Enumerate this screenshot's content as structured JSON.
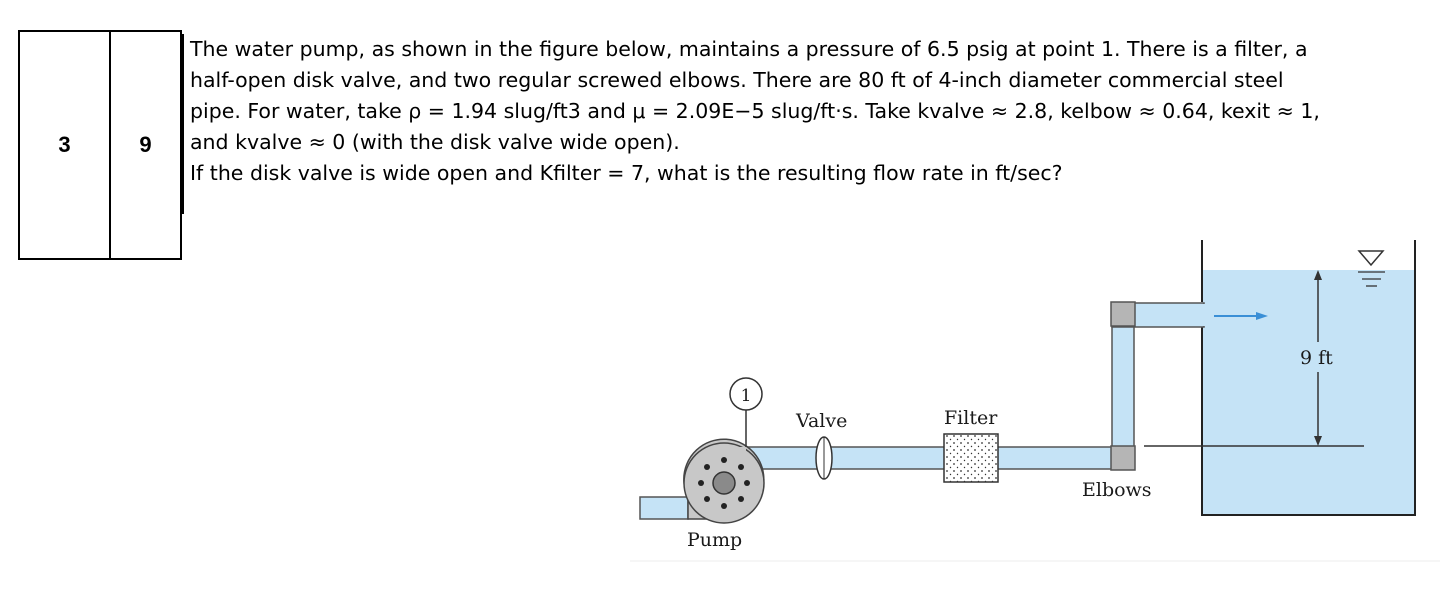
{
  "table": {
    "col1": "3",
    "col2": "9"
  },
  "problem": {
    "lines": [
      "The water pump, as shown in the figure below, maintains a pressure of 6.5 psig at point 1. There is a filter, a",
      "half-open disk valve, and two regular screwed elbows. There are 80 ft of 4-inch diameter commercial steel",
      "pipe. For water, take ρ = 1.94 slug/ft3 and μ = 2.09E−5 slug/ft·s. Take kvalve ≈ 2.8, kelbow ≈ 0.64, kexit ≈ 1,",
      "and kvalve ≈ 0 (with the disk valve wide open).",
      "If the disk valve is wide open and Kfilter = 7, what is the resulting flow rate in ft/sec?"
    ]
  },
  "figure": {
    "point_label": "1",
    "valve_label": "Valve",
    "filter_label": "Filter",
    "elbows_label": "Elbows",
    "pump_label": "Pump",
    "height_label": "9 ft",
    "colors": {
      "water": "#c5e3f6",
      "pipe_edge": "#555555",
      "elbow": "#b5b5b5",
      "pump": "#c8c8c8",
      "arrow": "#3a8fd6"
    }
  }
}
